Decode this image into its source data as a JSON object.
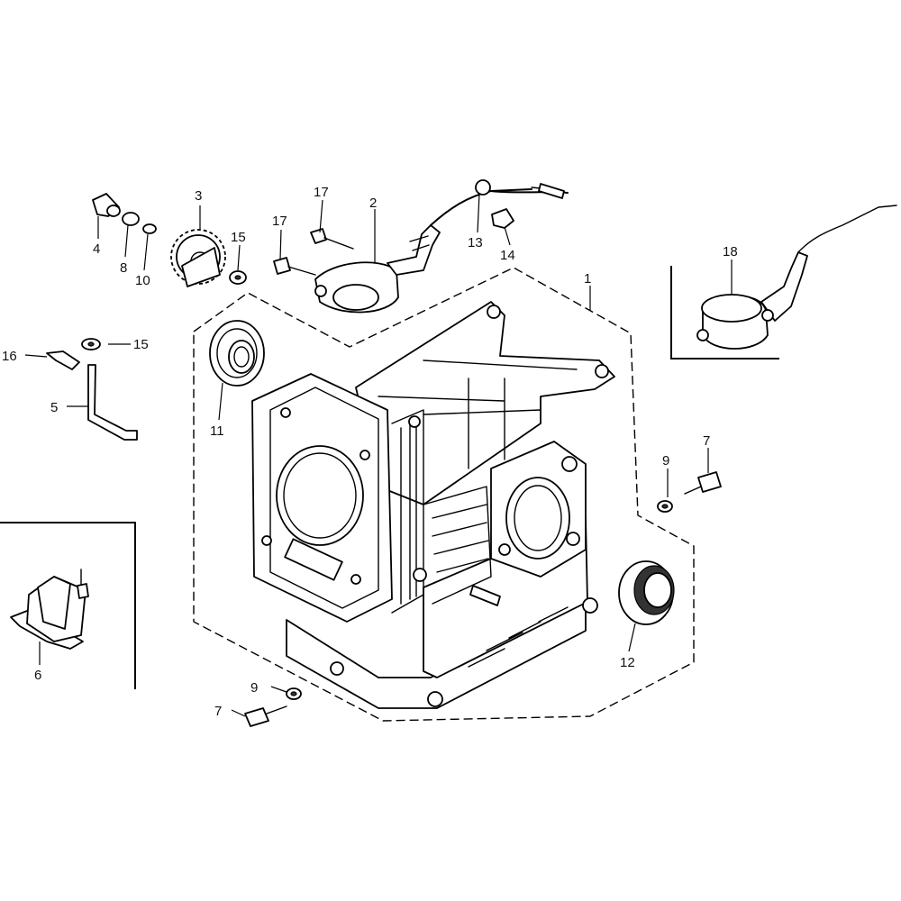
{
  "callouts": {
    "c1": "1",
    "c2": "2",
    "c3": "3",
    "c4": "4",
    "c5": "5",
    "c6": "6",
    "c7a": "7",
    "c7b": "7",
    "c8": "8",
    "c9a": "9",
    "c9b": "9",
    "c10": "10",
    "c11": "11",
    "c12": "12",
    "c13": "13",
    "c14": "14",
    "c15a": "15",
    "c15b": "15",
    "c16": "16",
    "c17a": "17",
    "c17b": "17",
    "c18": "18"
  }
}
